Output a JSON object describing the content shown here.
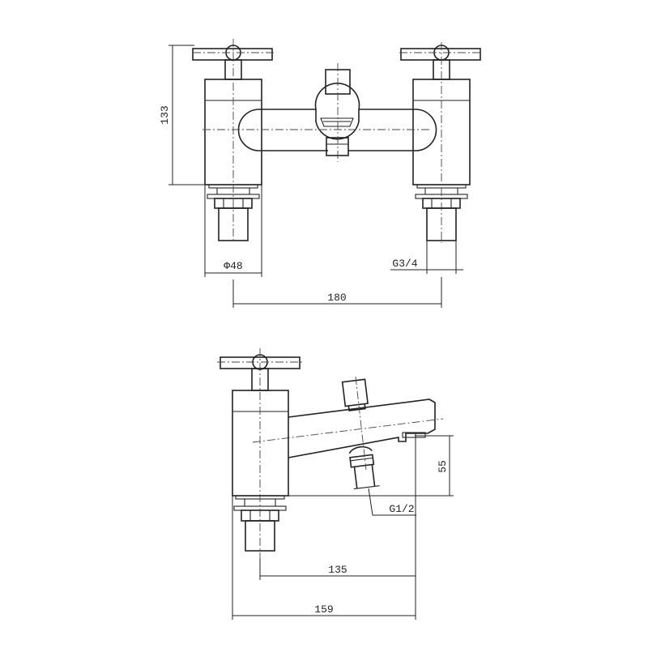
{
  "drawing": {
    "title": "Bath shower mixer technical drawing",
    "views": {
      "front": {
        "name": "front-elevation",
        "dimensions": {
          "height": "133",
          "base_diameter": "Φ48",
          "thread": "G3/4",
          "centres": "180"
        }
      },
      "side": {
        "name": "side-elevation",
        "dimensions": {
          "spout_height": "55",
          "outlet_thread": "G1/2",
          "spout_reach_from_centre": "135",
          "overall_projection": "159"
        }
      }
    },
    "colors": {
      "line": "#222222",
      "background": "#ffffff"
    }
  }
}
